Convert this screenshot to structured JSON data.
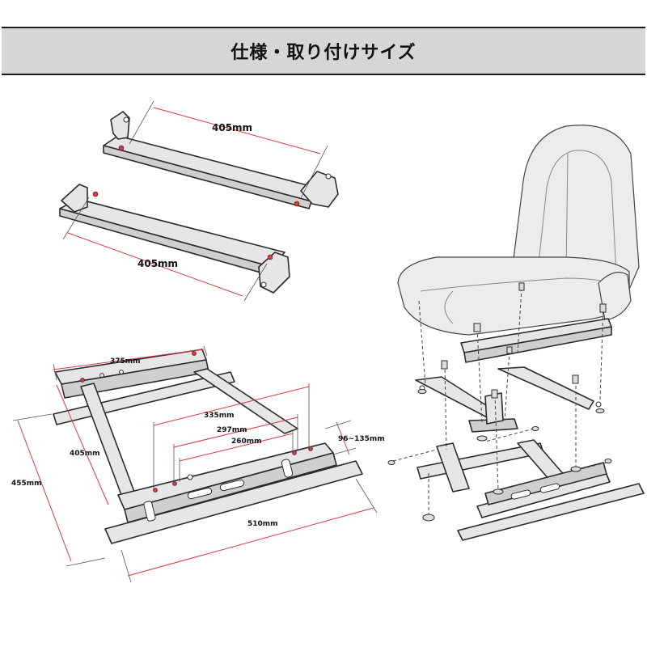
{
  "header": {
    "title": "仕様・取り付けサイズ"
  },
  "dimensions": {
    "upper_bracket_width": "405mm",
    "lower_bracket_width": "405mm",
    "rail_front_width": "375mm",
    "mount_span": "335mm",
    "mount_span_mid": "297mm",
    "mount_span_inner": "260mm",
    "height_range": "96~135mm",
    "rail_inner_depth": "405mm",
    "overall_depth": "455mm",
    "rail_length": "510mm"
  },
  "colors": {
    "header_bg": "#d6d6d6",
    "dimension_line": "#d8383d",
    "metal": "#e6e6e6",
    "outline": "#2b2b2b"
  },
  "icons": [
    "seat-illustration",
    "bolt-icon",
    "washer-icon"
  ]
}
